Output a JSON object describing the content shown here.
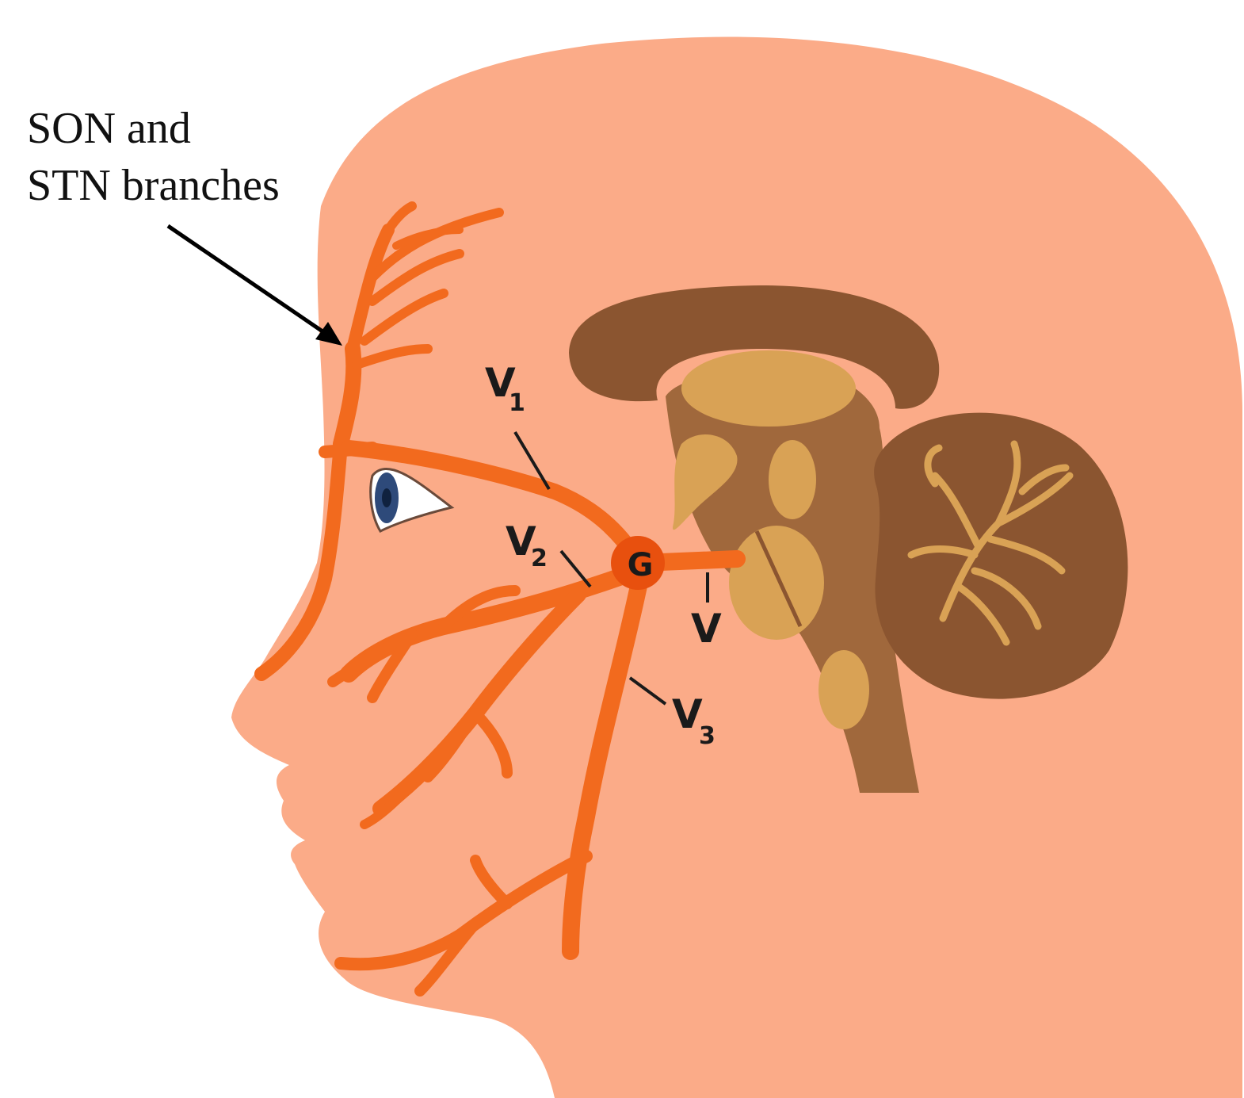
{
  "callout": {
    "line1": "SON and",
    "line2": "STN branches"
  },
  "labels": {
    "v1": {
      "main": "V",
      "sub": "1"
    },
    "v2": {
      "main": "V",
      "sub": "2"
    },
    "v3": {
      "main": "V",
      "sub": "3"
    },
    "v": "V",
    "ganglion": "G"
  },
  "colors": {
    "skin": "#FBAB88",
    "nerve": "#F26A1E",
    "nerve_dark": "#E8500E",
    "brain_dark": "#8B5530",
    "brain_mid": "#A0683C",
    "brain_light": "#D9A255",
    "iris": "#2E4A7A"
  }
}
